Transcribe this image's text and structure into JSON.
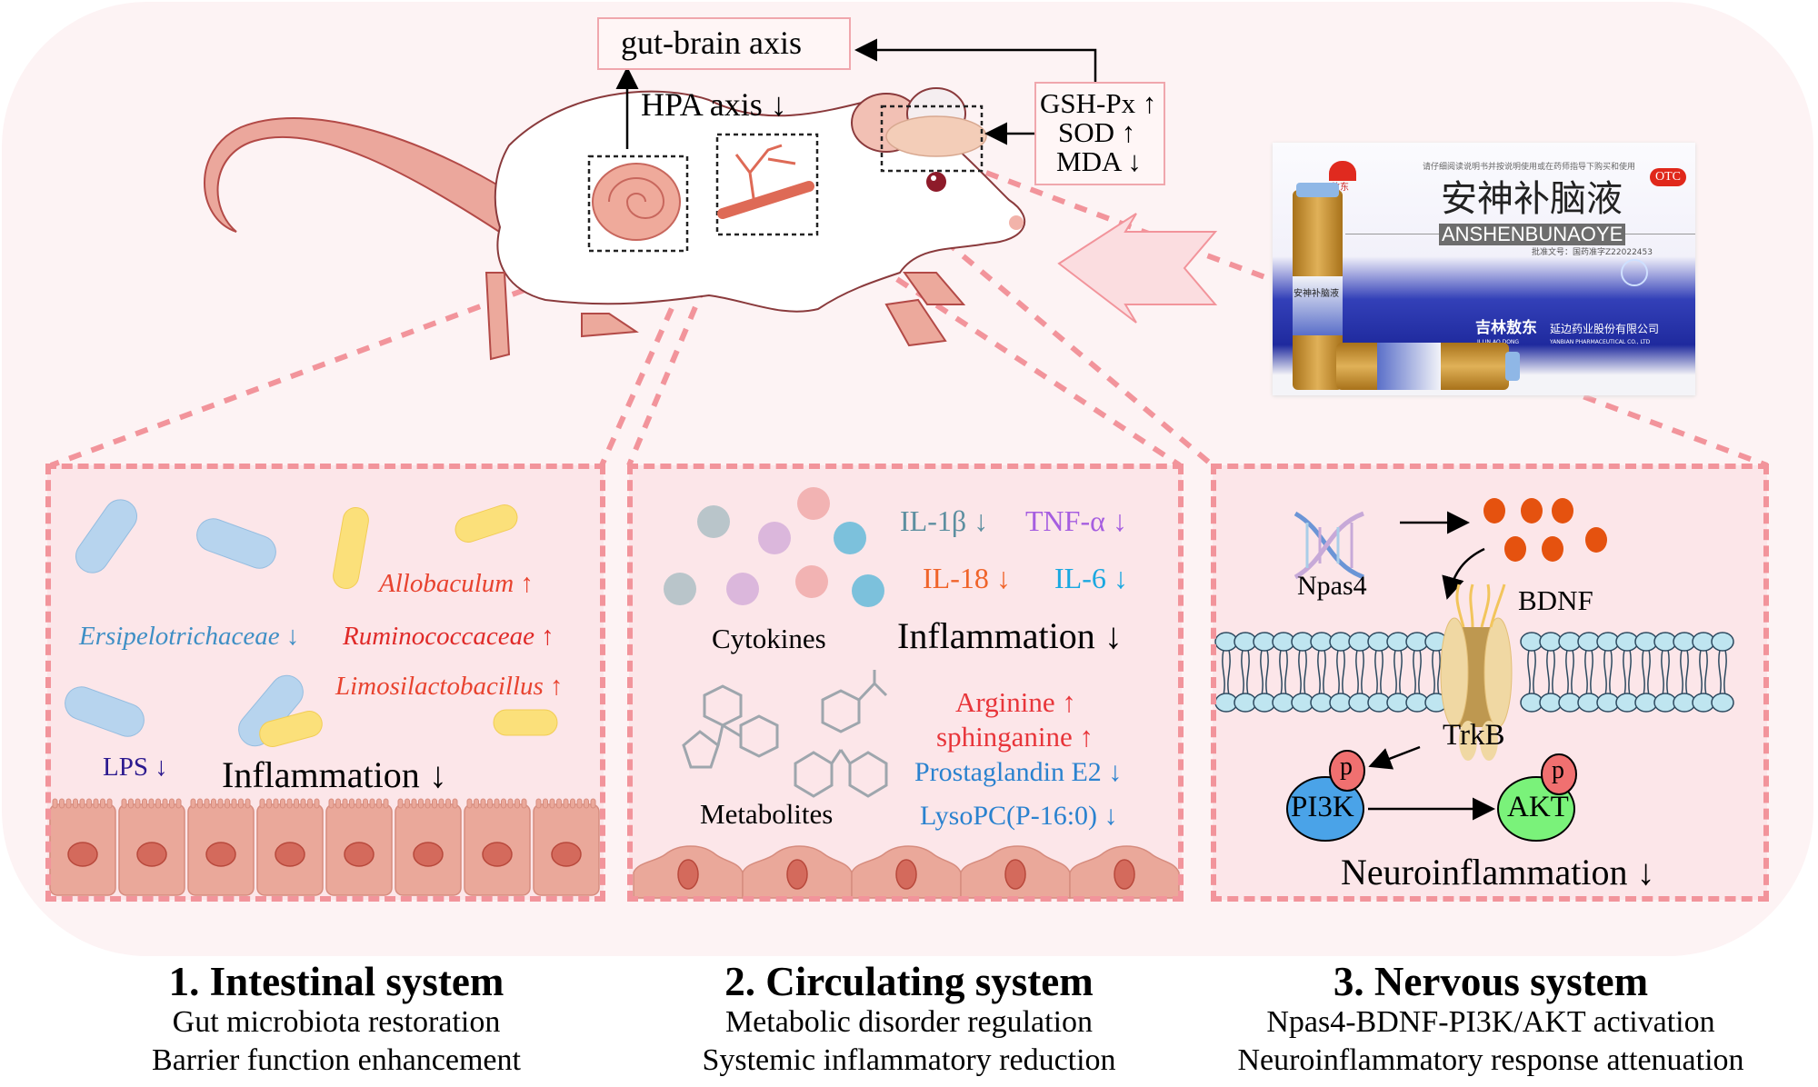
{
  "top": {
    "gut_brain_axis": "gut-brain axis",
    "hpa_axis": "HPA axis ↓",
    "oxidative_markers": [
      "GSH-Px ↑",
      "SOD ↑",
      "MDA ↓"
    ]
  },
  "product": {
    "notice": "请仔细阅读说明书并按说明使用或在药师指导下购买和使用",
    "brand_mark": "敖东",
    "name_cn": "安神补脑液",
    "name_pinyin": "ANSHENBUNAOYE",
    "approval": "批准文号：国药准字Z22022453",
    "otc_badge": "OTC",
    "company_cn": "吉林敖东",
    "company_cn_suffix": "延边药业股份有限公司",
    "company_en": "JI LIN AO DONG",
    "company_en_suffix": "YANBIAN PHARMACEUTICAL CO., LTD",
    "vial_label": "安神补脑液"
  },
  "panels": {
    "intestinal": {
      "taxa": [
        {
          "name": "Allobaculum",
          "arrow": "↑",
          "color": "#e8432f"
        },
        {
          "name": "Ersipelotrichaceae",
          "arrow": "↓",
          "color": "#3f8fc5"
        },
        {
          "name": "Ruminococcaceae",
          "arrow": "↑",
          "color": "#e02a28"
        },
        {
          "name": "Limosilactobacillus",
          "arrow": "↑",
          "color": "#e8432f"
        }
      ],
      "lps": "LPS ↓",
      "lps_color": "#2c1a8f",
      "inflammation": "Inflammation ↓"
    },
    "circulating": {
      "cytokines_label": "Cytokines",
      "cytokines": [
        {
          "label": "IL-1β ↓",
          "color": "#5d8fa0"
        },
        {
          "label": "TNF-α ↓",
          "color": "#a65ee0"
        },
        {
          "label": "IL-18 ↓",
          "color": "#f0642a"
        },
        {
          "label": "IL-6 ↓",
          "color": "#1aa8e0"
        }
      ],
      "inflammation": "Inflammation ↓",
      "metabolites_label": "Metabolites",
      "metabolites": [
        {
          "label": "Arginine ↑",
          "color": "#e8353a"
        },
        {
          "label": "sphinganine ↑",
          "color": "#e8353a"
        },
        {
          "label": "Prostaglandin E2 ↓",
          "color": "#2a82cf"
        },
        {
          "label": "LysoPC(P-16:0) ↓",
          "color": "#2a82cf"
        }
      ]
    },
    "nervous": {
      "npas4": "Npas4",
      "bdnf": "BDNF",
      "trkb": "TrkB",
      "pi3k": "PI3K",
      "akt": "AKT",
      "phospho": "p",
      "neuroinflammation": "Neuroinflammation ↓"
    }
  },
  "captions": [
    {
      "title": "1. Intestinal system",
      "lines": [
        "Gut microbiota restoration",
        "Barrier function enhancement"
      ]
    },
    {
      "title": "2. Circulating system",
      "lines": [
        "Metabolic disorder regulation",
        "Systemic inflammatory reduction"
      ]
    },
    {
      "title": "3. Nervous system",
      "lines": [
        "Npas4-BDNF-PI3K/AKT activation",
        "Neuroinflammatory response attenuation"
      ]
    }
  ],
  "colors": {
    "background": "#fdf3f4",
    "panel_fill": "#fce6e9",
    "dashed_border": "#f2949b",
    "pi3k": "#4aa3e8",
    "akt": "#7af27a",
    "phospho": "#f07070",
    "bdnf": "#e5520f"
  }
}
